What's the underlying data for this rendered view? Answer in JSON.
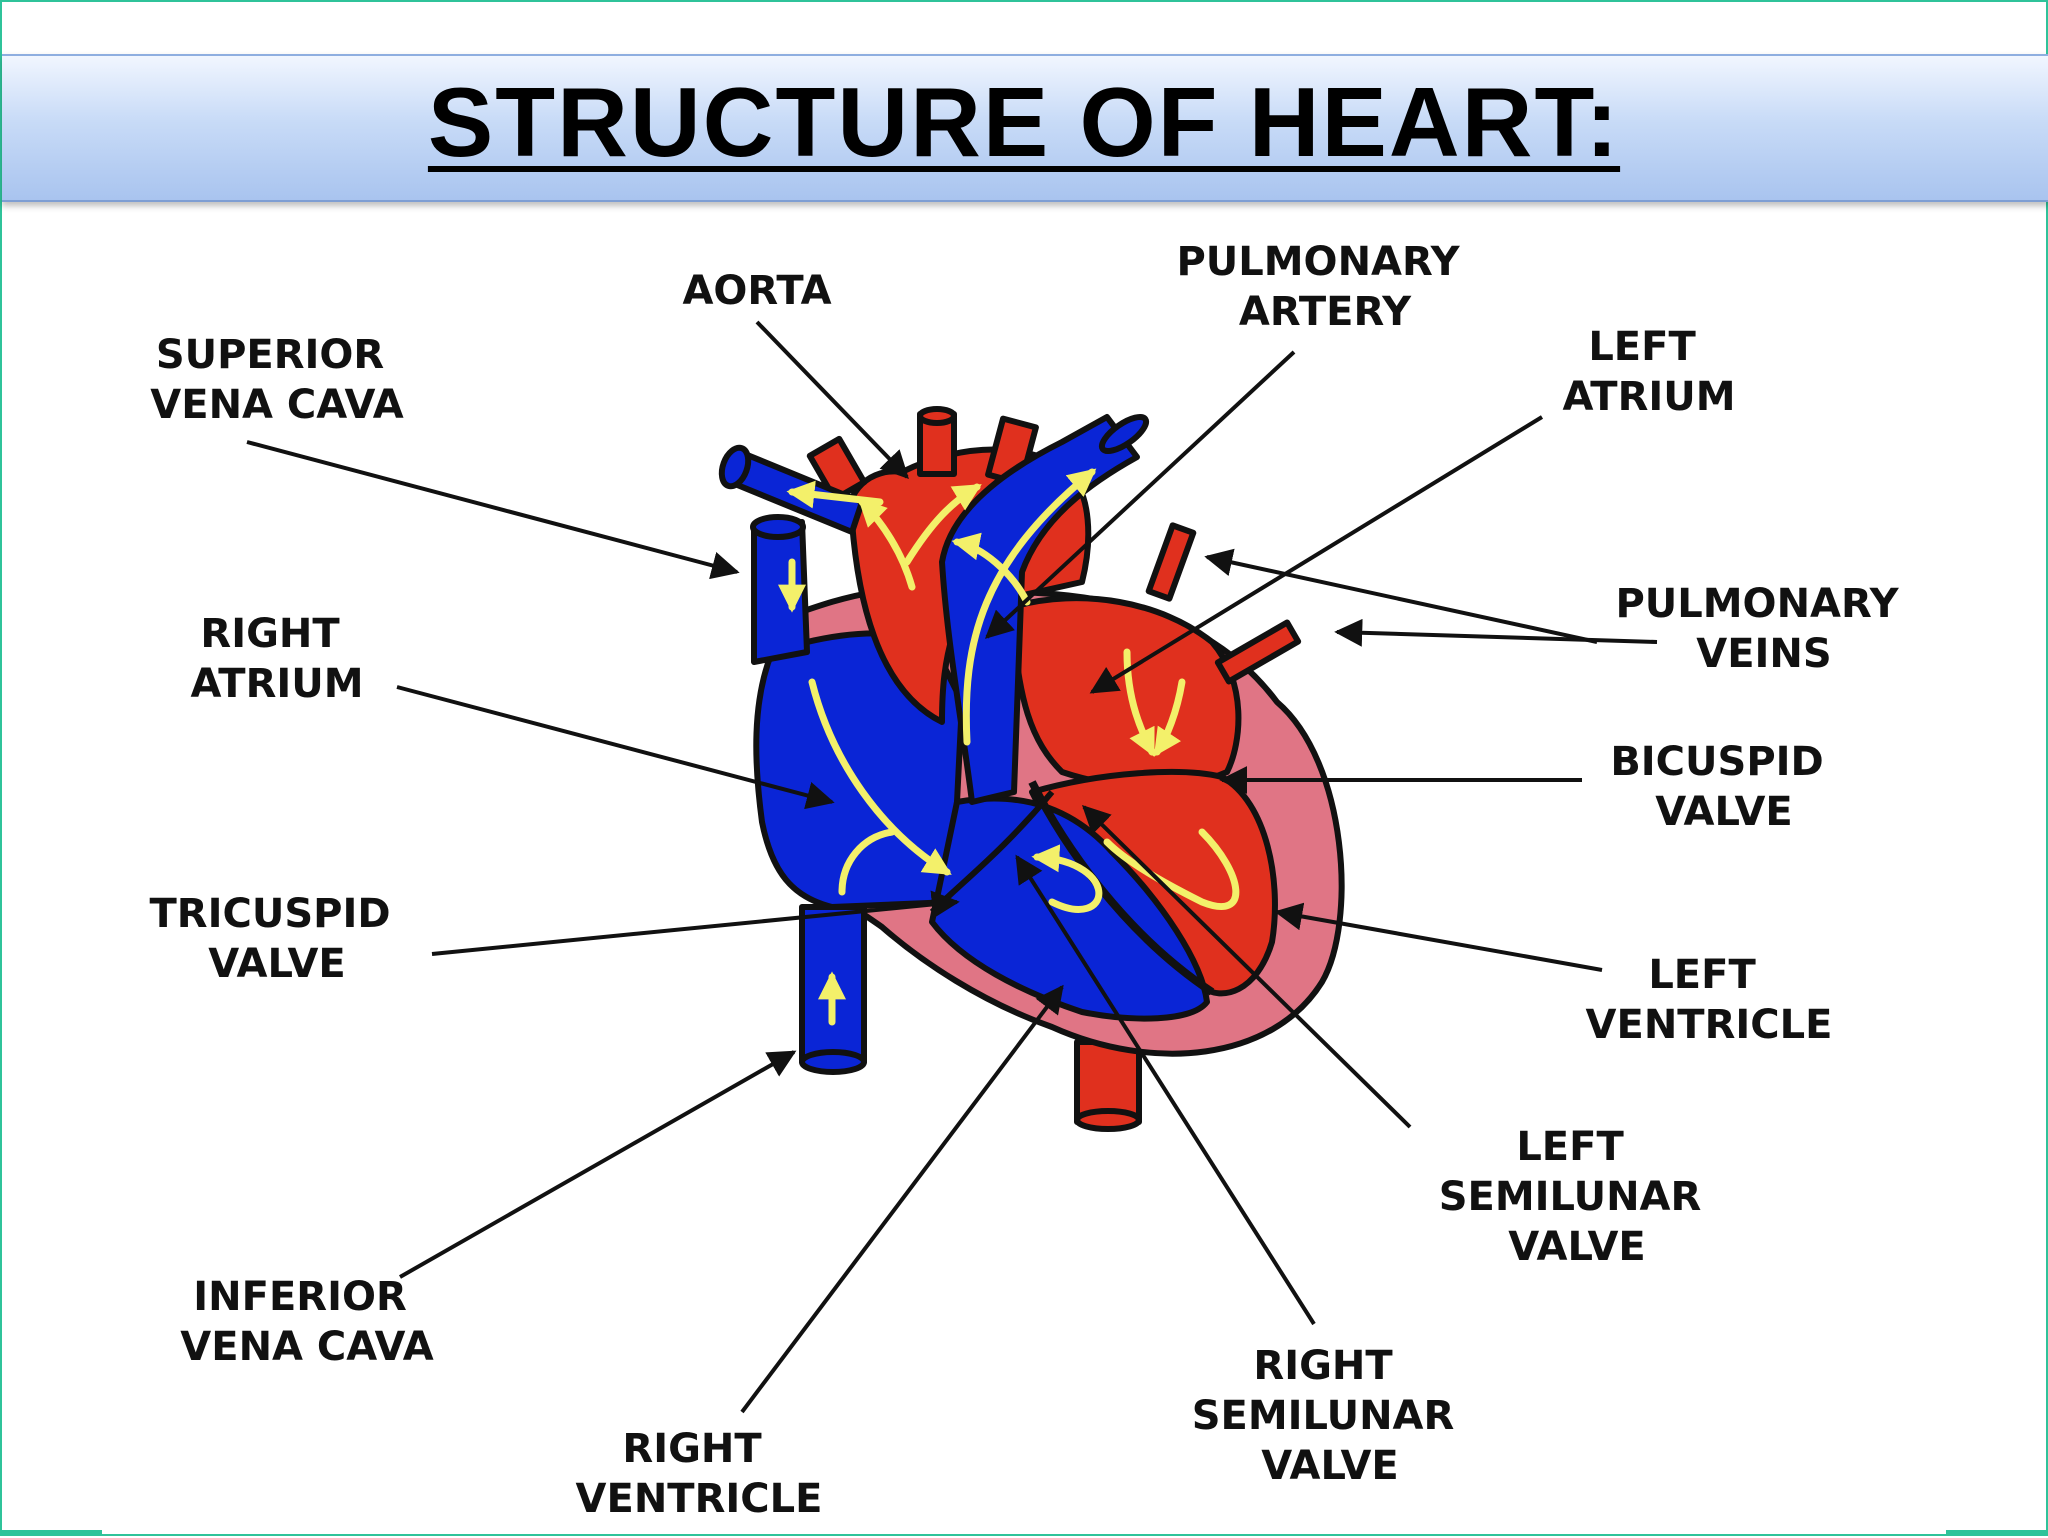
{
  "title": "STRUCTURE OF HEART:",
  "colors": {
    "oxygenated": "#e0301e",
    "deoxygenated": "#0a25d6",
    "heart_wall": "#e07585",
    "flow_arrow": "#f3f06a",
    "title_bar": "#c8dbf7",
    "slide_border": "#2fc39a"
  },
  "labels": {
    "aorta": [
      "AORTA"
    ],
    "pulmonary_artery": [
      "PULMONARY",
      "ARTERY"
    ],
    "left_atrium": [
      "LEFT",
      "ATRIUM"
    ],
    "superior_vena_cava": [
      "SUPERIOR",
      "VENA CAVA"
    ],
    "pulmonary_veins": [
      "PULMONARY",
      "VEINS"
    ],
    "right_atrium": [
      "RIGHT",
      "ATRIUM"
    ],
    "bicuspid_valve": [
      "BICUSPID",
      "VALVE"
    ],
    "tricuspid_valve": [
      "TRICUSPID",
      "VALVE"
    ],
    "left_ventricle": [
      "LEFT",
      "VENTRICLE"
    ],
    "left_semilunar_valve": [
      "LEFT",
      "SEMILUNAR",
      "VALVE"
    ],
    "inferior_vena_cava": [
      "INFERIOR",
      "VENA CAVA"
    ],
    "right_semilunar_valve": [
      "RIGHT",
      "SEMILUNAR",
      "VALVE"
    ],
    "right_ventricle": [
      "RIGHT",
      "VENTRICLE"
    ]
  }
}
